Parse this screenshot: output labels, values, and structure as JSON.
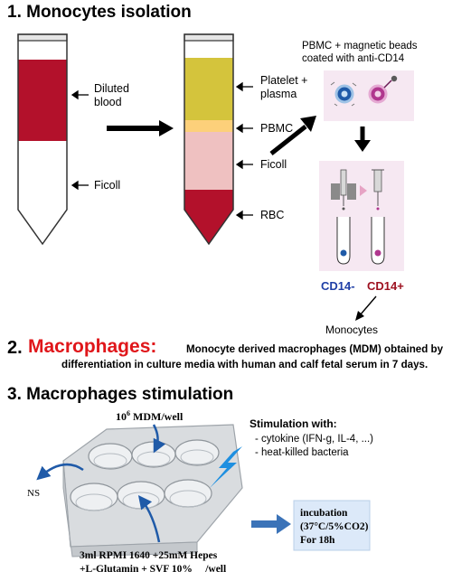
{
  "section1": {
    "heading": "1. Monocytes isolation",
    "tube1": {
      "diluted_blood": [
        "Diluted",
        "blood"
      ],
      "ficoll": "Ficoll"
    },
    "tube2": {
      "platelet_plasma": [
        "Platelet +",
        "plasma"
      ],
      "pbmc": "PBMC",
      "ficoll": "Ficoll",
      "rbc": "RBC"
    },
    "beads_label": [
      "PBMC + magnetic beads",
      "coated with anti-CD14"
    ],
    "cd14_neg": "CD14-",
    "cd14_pos": "CD14+",
    "monocytes": "Monocytes"
  },
  "section2": {
    "number": "2.",
    "title": "Macrophages:",
    "description": [
      "Monocyte derived macrophages (MDM) obtained by",
      "differentiation in culture media with human and calf fetal serum in 7 days."
    ]
  },
  "section3": {
    "heading": "3. Macrophages stimulation",
    "mdm_per_well": "10",
    "mdm_sup": "6",
    "mdm_rest": " MDM/well",
    "stim_title": "Stimulation with:",
    "stim_items": [
      "- cytokine (IFN-g, IL-4, ...)",
      "- heat-killed bacteria"
    ],
    "ns": "NS",
    "media": [
      "3ml RPMI 1640 +25mM Hepes",
      "+L-Glutamin + SVF 10%     /well"
    ],
    "incubation": [
      "incubation",
      "(37°C/5%CO2)",
      "For 18h"
    ]
  },
  "colors": {
    "blood": "#b3112b",
    "plasma": "#d4c43c",
    "pbmc": "#fdd07a",
    "ficoll_layer": "#efc1c1",
    "beads_box": "#f6e8f2",
    "macrophages_red": "#e0161a",
    "cd14_neg": "#1f3fa6",
    "cd14_pos": "#9e1221",
    "incubation_box": "#dce9f9",
    "arrow_blue": "#3b73b8"
  }
}
